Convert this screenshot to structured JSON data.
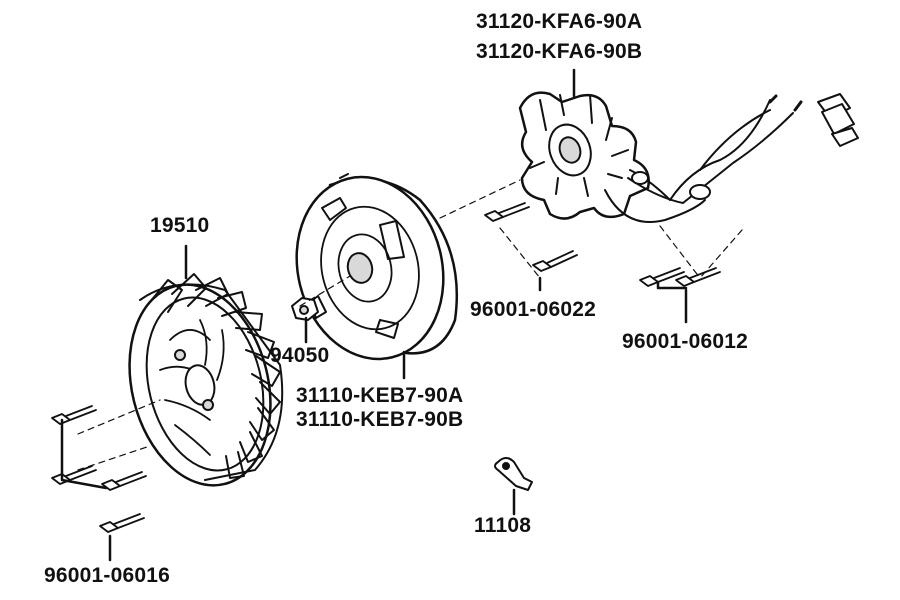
{
  "labels": {
    "stator_a": "31120-KFA6-90A",
    "stator_b": "31120-KFA6-90B",
    "fan": "19510",
    "bolt_stator_top": "96001-06022",
    "bolt_stator_right": "96001-06012",
    "nut": "94050",
    "flywheel_a": "31110-KEB7-90A",
    "flywheel_b": "31110-KEB7-90B",
    "clamp": "11108",
    "bolt_fan": "96001-06016"
  },
  "colors": {
    "ink": "#111111",
    "paper": "#ffffff",
    "shade": "#d9d9d9"
  }
}
